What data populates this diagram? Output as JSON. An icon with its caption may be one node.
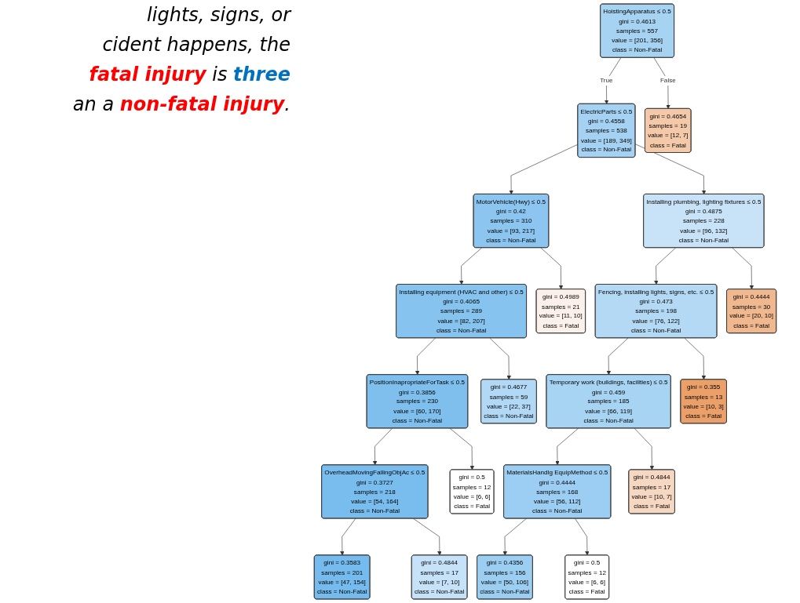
{
  "diagram": {
    "nodes": [
      {
        "text": [
          "HoistingApparatus ≤ 0.5",
          "gini = 0.4613",
          "samples = 557",
          "value = [201, 356]",
          "class = Non-Fatal"
        ]
      },
      {
        "text": [
          "ElectricParts ≤ 0.5",
          "gini = 0.4558",
          "samples = 538",
          "value = [189, 349]",
          "class = Non-Fatal"
        ]
      },
      {
        "text": [
          "gini = 0.4654",
          "samples = 19",
          "value = [12, 7]",
          "class = Fatal"
        ]
      },
      {
        "text": [
          "MotorVehicle(Hwy) ≤ 0.5",
          "gini = 0.42",
          "samples = 310",
          "value = [93, 217]",
          "class = Non-Fatal"
        ]
      },
      {
        "text": [
          "Installing plumbing, lighting fixtures ≤ 0.5",
          "gini = 0.4875",
          "samples = 228",
          "value = [96, 132]",
          "class = Non-Fatal"
        ]
      },
      {
        "text": [
          "Installing equipment (HVAC and other) ≤ 0.5",
          "gini = 0.4065",
          "samples = 289",
          "value = [82, 207]",
          "class = Non-Fatal"
        ]
      },
      {
        "text": [
          "gini = 0.4989",
          "samples = 21",
          "value = [11, 10]",
          "class = Fatal"
        ]
      },
      {
        "text": [
          "Fencing, installing lights, signs, etc. ≤ 0.5",
          "gini = 0.473",
          "samples = 198",
          "value = [76, 122]",
          "class = Non-Fatal"
        ]
      },
      {
        "text": [
          "gini = 0.4444",
          "samples = 30",
          "value = [20, 10]",
          "class = Fatal"
        ]
      },
      {
        "text": [
          "PositionInapropriateForTask ≤ 0.5",
          "gini = 0.3856",
          "samples = 230",
          "value = [60, 170]",
          "class = Non-Fatal"
        ]
      },
      {
        "text": [
          "gini = 0.4677",
          "samples = 59",
          "value = [22, 37]",
          "class = Non-Fatal"
        ]
      },
      {
        "text": [
          "Temporary work (buildings, facilities) ≤ 0.5",
          "gini = 0.459",
          "samples = 185",
          "value = [66, 119]",
          "class = Non-Fatal"
        ]
      },
      {
        "text": [
          "gini = 0.355",
          "samples = 13",
          "value = [10, 3]",
          "class = Fatal"
        ]
      },
      {
        "text": [
          "OverheadMovingFallingObjAc ≤ 0.5",
          "gini = 0.3727",
          "samples = 218",
          "value = [54, 164]",
          "class = Non-Fatal"
        ]
      },
      {
        "text": [
          "gini = 0.5",
          "samples = 12",
          "value = [6, 6]",
          "class = Fatal"
        ]
      },
      {
        "text": [
          "MaterialsHandlg EquipMethod ≤ 0.5",
          "gini = 0.4444",
          "samples = 168",
          "value = [56, 112]",
          "class = Non-Fatal"
        ]
      },
      {
        "text": [
          "gini = 0.4844",
          "samples = 17",
          "value = [10, 7]",
          "class = Fatal"
        ]
      },
      {
        "text": [
          "gini = 0.3583",
          "samples = 201",
          "value = [47, 154]",
          "class = Non-Fatal"
        ]
      },
      {
        "text": [
          "gini = 0.4844",
          "samples = 17",
          "value = [7, 10]",
          "class = Non-Fatal"
        ]
      },
      {
        "text": [
          "gini = 0.4356",
          "samples = 156",
          "value = [50, 106]",
          "class = Non-Fatal"
        ]
      },
      {
        "text": [
          "gini = 0.5",
          "samples = 12",
          "value = [6, 6]",
          "class = Fatal"
        ]
      }
    ],
    "edges": [
      {
        "from": 0,
        "to": 1,
        "arrow": "to",
        "label": "True"
      },
      {
        "from": 0,
        "to": 2,
        "arrow": "to",
        "label": "False"
      },
      {
        "from": 1,
        "to": 3,
        "arrow": "to"
      },
      {
        "from": 1,
        "to": 4,
        "arrow": "to"
      },
      {
        "from": 3,
        "to": 5,
        "arrow": "to"
      },
      {
        "from": 3,
        "to": 6,
        "arrow": "to"
      },
      {
        "from": 4,
        "to": 7,
        "arrow": "to"
      },
      {
        "from": 4,
        "to": 8,
        "arrow": "to"
      },
      {
        "from": 5,
        "to": 9,
        "arrow": "to"
      },
      {
        "from": 5,
        "to": 10,
        "arrow": "to"
      },
      {
        "from": 7,
        "to": 11,
        "arrow": "to"
      },
      {
        "from": 7,
        "to": 12,
        "arrow": "to"
      },
      {
        "from": 9,
        "to": 13,
        "arrow": "to"
      },
      {
        "from": 9,
        "to": 14,
        "arrow": "to"
      },
      {
        "from": 11,
        "to": 15,
        "arrow": "to"
      },
      {
        "from": 11,
        "to": 16,
        "arrow": "to"
      },
      {
        "from": 13,
        "to": 17,
        "arrow": "to"
      },
      {
        "from": 13,
        "to": 18,
        "arrow": "to"
      },
      {
        "from": 15,
        "to": 19,
        "arrow": "to"
      },
      {
        "from": 15,
        "to": 20,
        "arrow": "to"
      }
    ],
    "labels": [
      "lights, signs, or",
      "cident happens, the",
      "**fatal injury** is **three**",
      "an a **non-fatal injury**."
    ]
  }
}
